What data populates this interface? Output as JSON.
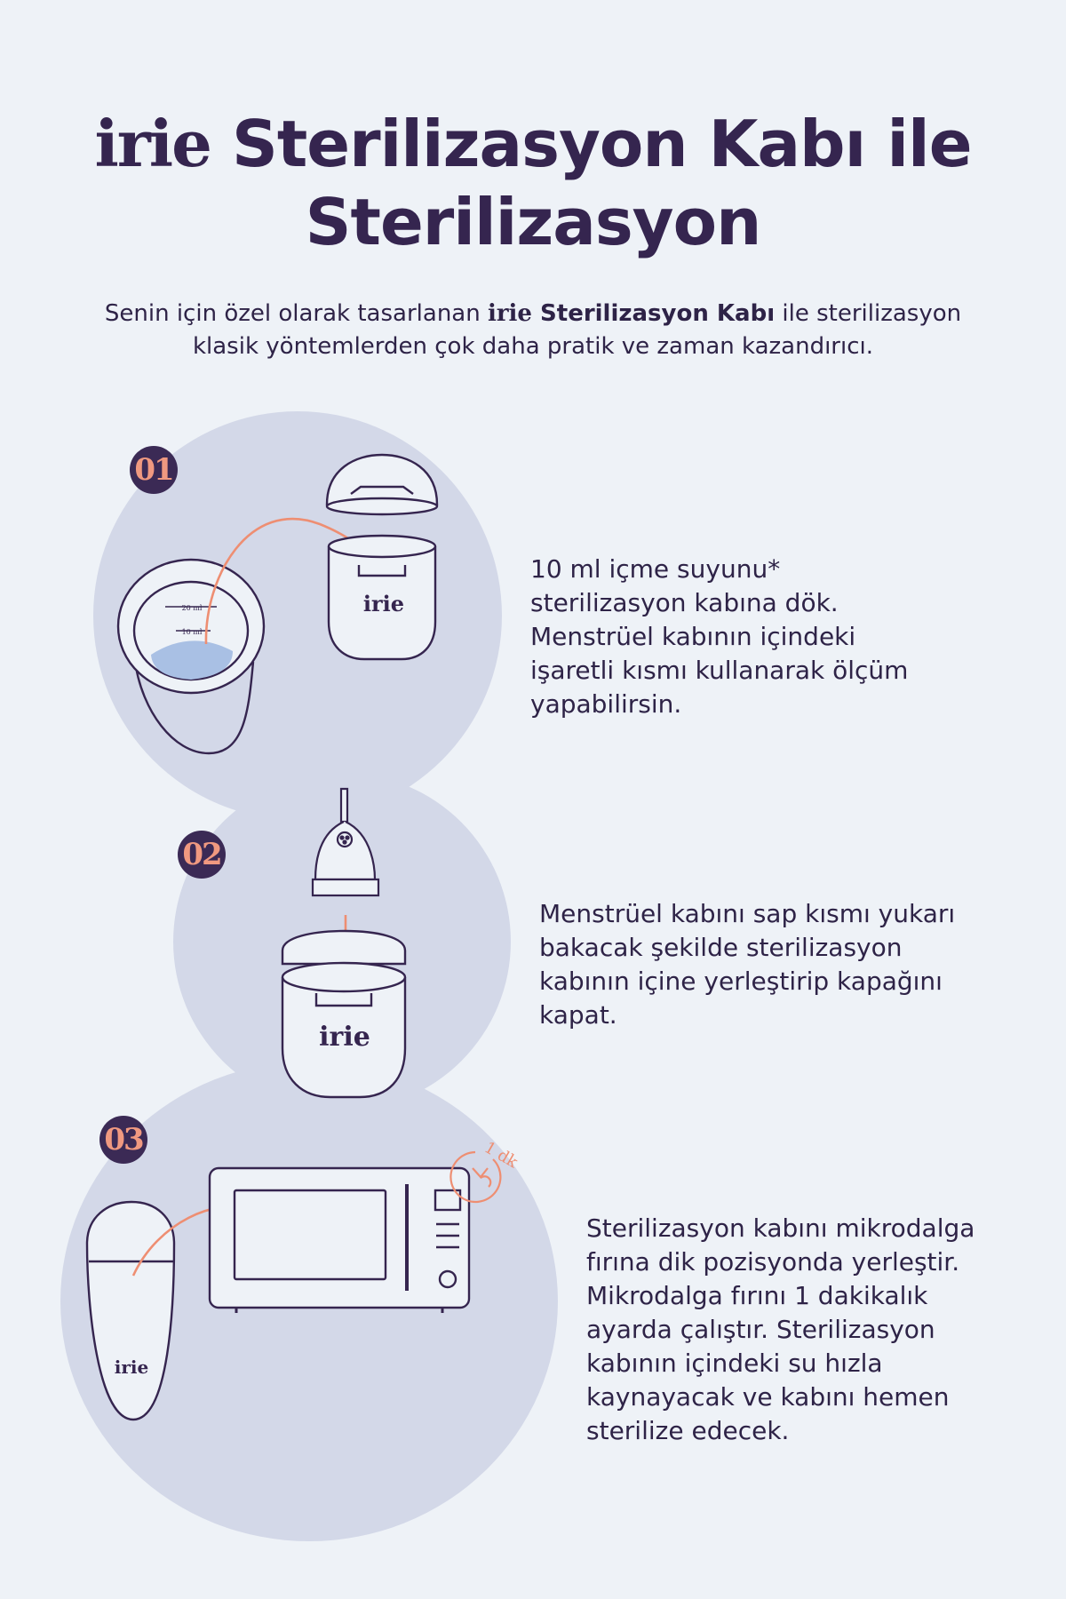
{
  "header": {
    "brand": "irie",
    "title_rest": " Sterilizasyon Kabı ile Sterilizasyon"
  },
  "intro": {
    "prefix": "Senin için özel olarak tasarlanan ",
    "brand": "irie",
    "product": " Sterilizasyon Kabı",
    "suffix": " ile sterilizasyon klasik yöntemlerden çok daha pratik ve zaman kazandırıcı."
  },
  "steps": [
    {
      "number": "01",
      "text": "10 ml içme suyunu* sterilizasyon kabına dök. Menstrüel kabının içindeki işaretli kısmı kullanarak ölçüm yapabilirsin."
    },
    {
      "number": "02",
      "text": "Menstrüel kabını sap kısmı yukarı bakacak şekilde sterilizasyon kabının içine yerleştirip kapağını kapat."
    },
    {
      "number": "03",
      "text": "Sterilizasyon kabını mikrodalga fırına dik pozisyonda yerleştir. Mikrodalga fırını 1 dakikalık ayarda çalıştır. Sterilizasyon kabının içindeki su hızla kaynayacak ve kabını hemen sterilize edecek."
    }
  ],
  "illustration": {
    "container_logo": "irie",
    "cup_mark_20": "20 ml",
    "cup_mark_10": "10 ml",
    "timer_label": "1 dk"
  },
  "colors": {
    "background": "#eef2f7",
    "blob": "#d3d8e8",
    "ink": "#35254f",
    "accent": "#ee8e72",
    "water": "#a9c0e4"
  }
}
